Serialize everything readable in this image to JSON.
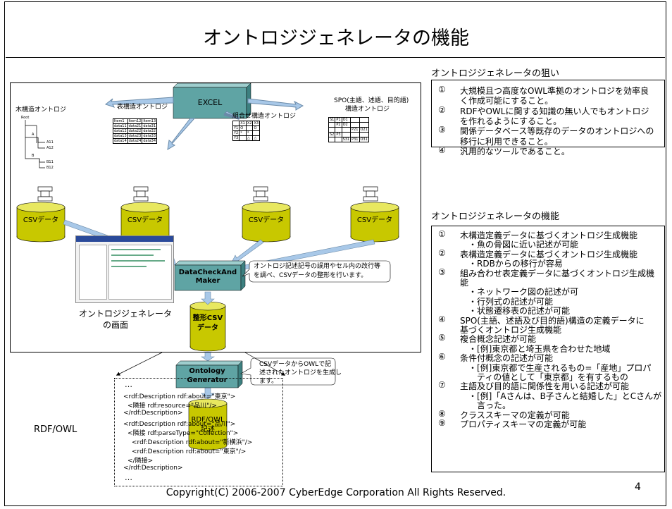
{
  "slide": {
    "title": "オントロジジェネレータの機能",
    "page_number": "4",
    "copyright": "Copyright(C) 2006-2007 CyberEdge Corporation All Rights Reserved."
  },
  "aims": {
    "heading": "オントロジジェネレータの狙い",
    "items": [
      {
        "num": "①",
        "lines": [
          "大規模且つ高度なOWL準拠のオントロジを効率良",
          "く作成可能にすること。"
        ]
      },
      {
        "num": "②",
        "lines": [
          "RDFやOWLに関する知識の無い人でもオントロジ",
          "を作れるようにすること。"
        ]
      },
      {
        "num": "③",
        "lines": [
          "関係データベース等既存のデータのオントロジへの",
          "移行に利用できること。"
        ]
      },
      {
        "num": "④",
        "lines": [
          "汎用的なツールであること。"
        ]
      }
    ]
  },
  "features": {
    "heading": "オントロジジェネレータの機能",
    "items": [
      {
        "num": "①",
        "lines": [
          "木構造定義データに基づくオントロジ生成機能",
          "　・魚の骨図に近い記述が可能"
        ]
      },
      {
        "num": "②",
        "lines": [
          "表構造定義データに基づくオントロジ生成機能",
          "　・RDBからの移行が容易"
        ]
      },
      {
        "num": "③",
        "lines": [
          "組み合わせ表定義データに基づくオントロジ生成機",
          "能",
          "　・ネットワーク図の記述が可",
          "　・行列式の記述が可能",
          "　・状態遷移表の記述が可能"
        ]
      },
      {
        "num": "④",
        "lines": [
          "SPO(主語、述語及び目的語)構造の定義データに",
          "基づくオントロジ生成機能"
        ]
      },
      {
        "num": "⑤",
        "lines": [
          "複合概念記述が可能",
          "　・[例]東京都と埼玉県を合わせた地域"
        ]
      },
      {
        "num": "⑥",
        "lines": [
          "条件付概念の記述が可能",
          "　・[例]東京都で生産されるもの=「産地」プロパ",
          "　　ティの値として「東京都」を有するもの"
        ]
      },
      {
        "num": "⑦",
        "lines": [
          "主語及び目的語に関係性を用いる記述が可能",
          "　・[例]「Aさんは、B子さんと結婚した」とCさんが",
          "　　言った。"
        ]
      },
      {
        "num": "⑧",
        "lines": [
          "クラススキーマの定義が可能"
        ]
      },
      {
        "num": "⑨",
        "lines": [
          "プロパティスキーマの定義が可能"
        ]
      }
    ]
  },
  "diagram": {
    "excel": "EXCEL",
    "tree_label": "木構造オントロジ",
    "table_label": "表構造オントロジ",
    "combo_label": "組合せ構造オントロジ",
    "spo_label_1": "SPO(主語、述語、目的語)",
    "spo_label_2": "構造オントロジ",
    "csv": "CSVデータ",
    "datacheck_1": "DataCheckAnd",
    "datacheck_2": "Maker",
    "datacheck_note_1": "オントロジ記述記号の誤用やセル内の改行等",
    "datacheck_note_2": "を調べ、CSVデータの整形を行います。",
    "formatted_csv_1": "整形CSV",
    "formatted_csv_2": "データ",
    "generator_1": "Ontology",
    "generator_2": "Generator",
    "generator_note_1": "CSVデータからOWLで記",
    "generator_note_2": "述されたオントロジを生成し",
    "generator_note_3": "ます。",
    "rdfowl_1": "RDF/OWL",
    "rdfowl_2": "記述",
    "screen_label_1": "オントロジジェネレータ",
    "screen_label_2": "の画面",
    "tree_nodes": [
      "Root",
      "A",
      "A11",
      "A12",
      "B",
      "B11",
      "B12"
    ],
    "table_rows": [
      [
        "Item1",
        "Item12",
        "Item13"
      ],
      [
        "data11",
        "data21",
        "data31"
      ],
      [
        "data12",
        "data22",
        "data32"
      ],
      [
        "data13",
        "data23",
        "data33"
      ],
      [
        "data14",
        "data24",
        "data34"
      ]
    ],
    "combo_rows": [
      [
        "",
        "X1",
        "X2",
        "X3"
      ],
      [
        "Y1",
        "O",
        "",
        "O"
      ],
      [
        "Y2",
        "*",
        "*",
        ""
      ],
      [
        "Y3",
        "",
        "△",
        "△"
      ]
    ],
    "spo_rows": [
      [
        "S1",
        "P1",
        "O1",
        "",
        ""
      ],
      [
        "",
        "P2",
        "O2",
        "",
        ""
      ],
      [
        "",
        "",
        "",
        "P21",
        "O21"
      ],
      [
        "S2",
        "P3",
        "",
        "",
        ""
      ],
      [
        "",
        "",
        "S31",
        "P31",
        "O31"
      ]
    ]
  },
  "rdf": {
    "label": "RDF/OWL",
    "lines": [
      "…",
      "<rdf:Description rdf:about=\"東京\">",
      "  <隣接 rdf:resource=\"品川\"/>",
      "</rdf:Description>",
      "<rdf:Description rdf:about=\"品川\">",
      "  <隣接 rdf:parseType=\"Collection\">",
      "    <rdf:Description rdf:about=\"新横浜\"/>",
      "    <rdf:Description rdf:about=\"東京\"/>",
      "  </隣接>",
      "</rdf:Description>",
      "…"
    ]
  },
  "colors": {
    "cylinder": "#c8c800",
    "cylinder_top": "#e8e860",
    "box": "#5fa4a4",
    "box_top": "#9ecece",
    "arrow": "#a8c8e8"
  }
}
